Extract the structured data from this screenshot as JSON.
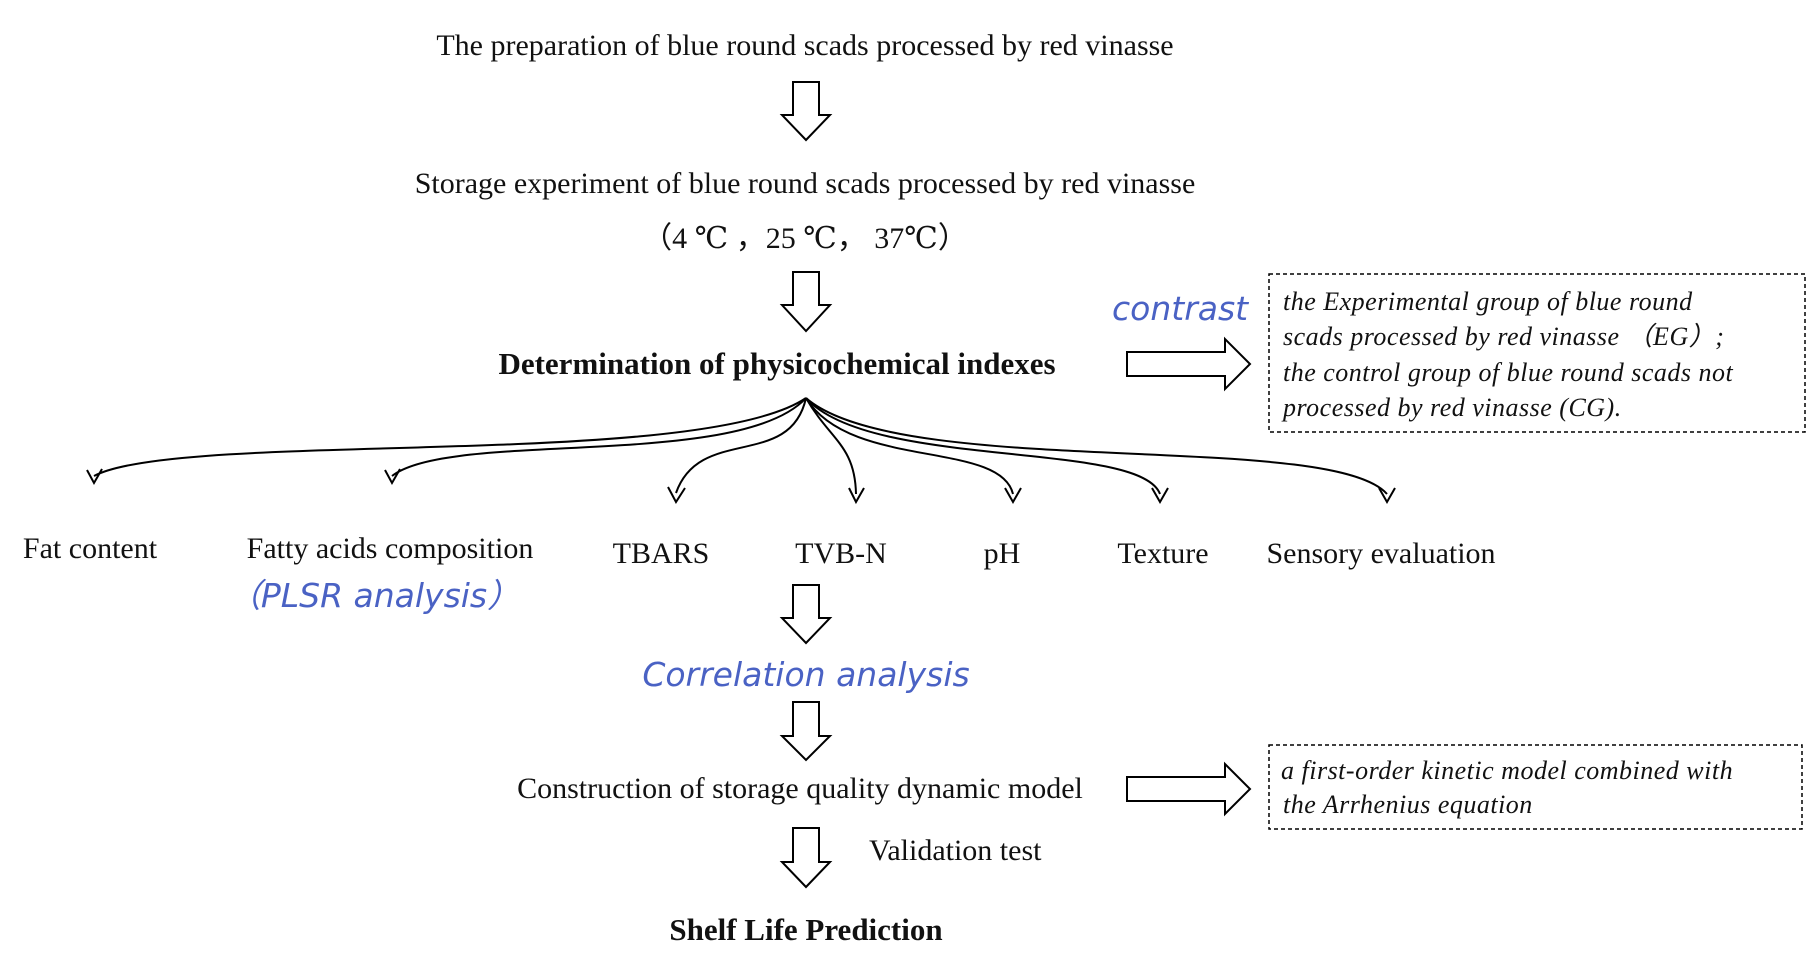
{
  "diagram": {
    "steps": {
      "preparation": "The preparation of blue round scads processed by red vinasse",
      "storage": "Storage experiment of blue round scads processed by red vinasse",
      "temperatures": "（4 ℃ ，25 ℃， 37℃）",
      "determination": "Determination of physicochemical indexes",
      "correlation": "Correlation analysis",
      "model": "Construction of storage quality dynamic model",
      "validation": "Validation test",
      "shelf_life": "Shelf Life Prediction"
    },
    "contrast_label": "contrast",
    "contrast_note": [
      "the Experimental group of blue round",
      "scads processed by red vinasse （EG）;",
      "the control group of blue round scads not",
      "processed by red vinasse (CG)."
    ],
    "model_note": [
      " a first-order kinetic model combined with",
      "the Arrhenius equation"
    ],
    "indexes": [
      "Fat content",
      "Fatty acids composition",
      "TBARS",
      "TVB-N",
      "pH",
      "Texture",
      "Sensory evaluation"
    ],
    "plsr_note": "（PLSR analysis）"
  }
}
